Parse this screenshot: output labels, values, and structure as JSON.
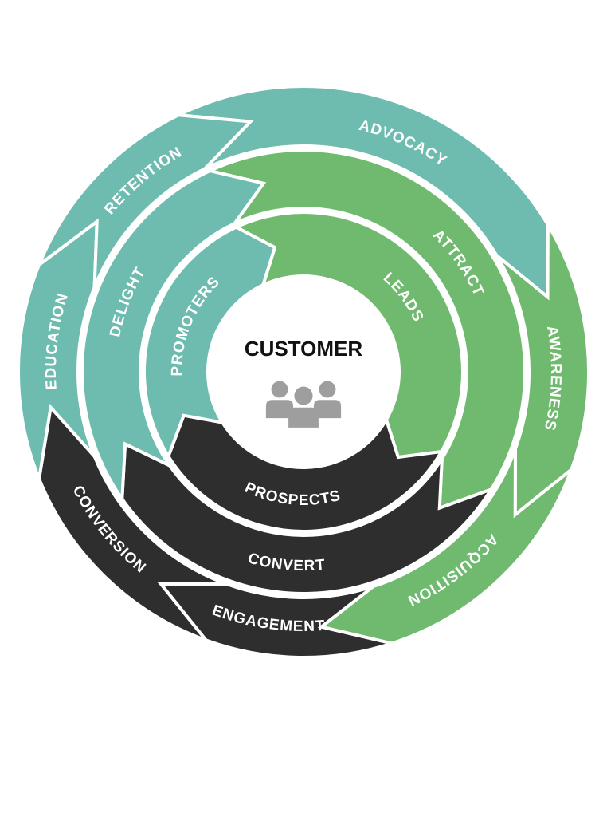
{
  "center": {
    "title": "CUSTOMER",
    "icon": "customer-group-icon"
  },
  "colors": {
    "teal": "#6dbcaf",
    "green": "#6fba6f",
    "dark": "#2e2e2e",
    "separator": "#ffffff",
    "center_fill": "#ffffff",
    "center_text": "#111111",
    "icon": "#9e9e9e"
  },
  "rings": {
    "outer": [
      {
        "label": "ADVOCACY",
        "color": "teal"
      },
      {
        "label": "AWARENESS",
        "color": "green"
      },
      {
        "label": "ACQUISITION",
        "color": "green"
      },
      {
        "label": "ENGAGEMENT",
        "color": "dark"
      },
      {
        "label": "CONVERSION",
        "color": "dark"
      },
      {
        "label": "EDUCATION",
        "color": "teal"
      },
      {
        "label": "RETENTION",
        "color": "teal"
      }
    ],
    "middle": [
      {
        "label": "ATTRACT",
        "color": "green"
      },
      {
        "label": "CONVERT",
        "color": "dark"
      },
      {
        "label": "DELIGHT",
        "color": "teal"
      }
    ],
    "inner": [
      {
        "label": "LEADS",
        "color": "green"
      },
      {
        "label": "PROSPECTS",
        "color": "dark"
      },
      {
        "label": "PROMOTERS",
        "color": "teal"
      }
    ]
  }
}
